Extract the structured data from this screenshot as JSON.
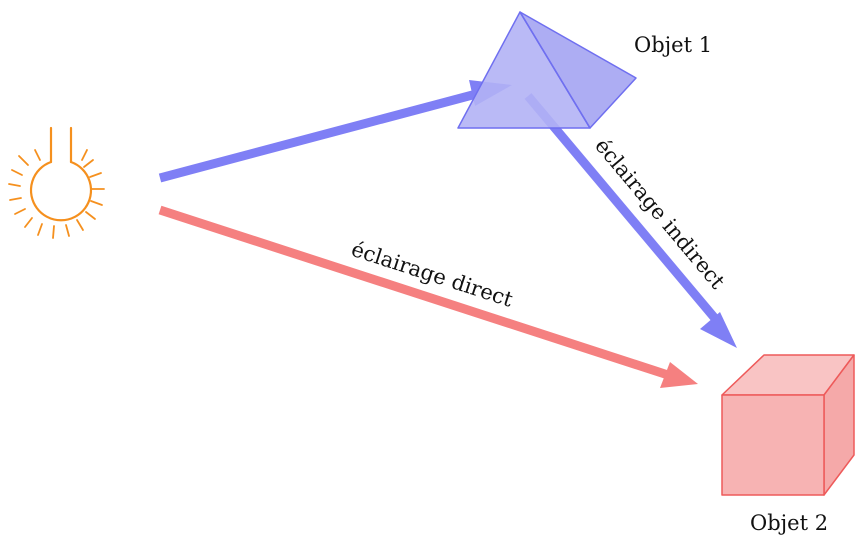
{
  "labels": {
    "object1": "Objet 1",
    "object2": "Objet 2",
    "direct": "éclairage direct",
    "indirect": "éclairage indirect"
  },
  "colors": {
    "bulb": "#f5901e",
    "indirect_arrow": "#7f7ff5",
    "direct_arrow": "#f58080",
    "pyramid_fill": "#b3b3f5",
    "pyramid_stroke": "#6f6ff0",
    "cube_fill": "#f7b3b3",
    "cube_stroke": "#ee5a5a"
  },
  "icons": {
    "light_source": "light-bulb-icon",
    "object1_shape": "pyramid",
    "object2_shape": "cube"
  }
}
